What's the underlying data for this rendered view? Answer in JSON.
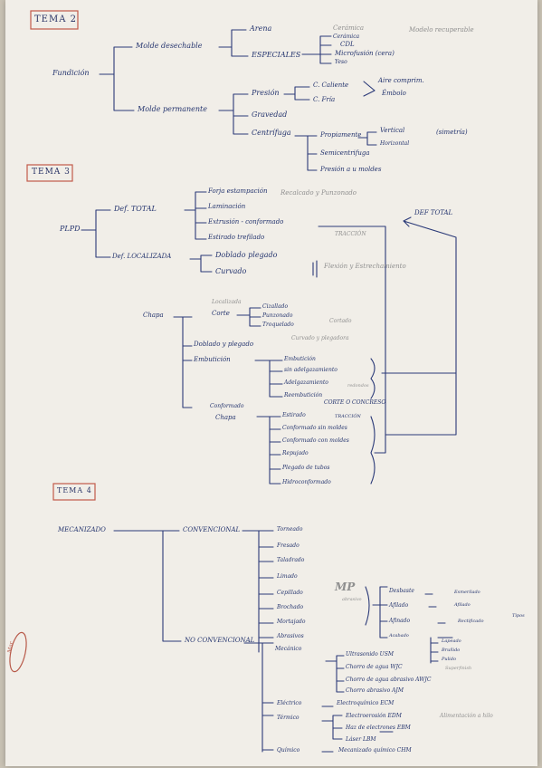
{
  "tema2": {
    "title": "TEMA 2",
    "root": "Fundición",
    "molde_desechable": "Molde desechable",
    "arena": "Arena",
    "especiales": "ESPECIALES",
    "ceramica": "Cerámica",
    "ceramica_note": "Modelo recuperable",
    "ceramica2": "Cerámica",
    "cdl": "CDL",
    "microfusion": "Microfusión (cera)",
    "yeso": "Yeso",
    "molde_permanente": "Molde permanente",
    "presion": "Presión",
    "c_caliente": "C. Caliente",
    "c_fria": "C. Fría",
    "aire_comprim": "Aire comprim.",
    "embolo": "Émbolo",
    "gravedad": "Gravedad",
    "centrifuga": "Centrífuga",
    "propiamente": "Propiamente",
    "vertical": "Vertical",
    "vertical_note": "(simetría)",
    "horizontal": "Horizontal",
    "semicentrifuga": "Semicentrifuga",
    "presion_moldes": "Presión a u moldes"
  },
  "tema3": {
    "title": "TEMA 3",
    "root": "PLPD",
    "def_total": "Def. TOTAL",
    "def_total_right": "DEF TOTAL",
    "forja": "Forja estampación",
    "forja_note": "Recalcado y Punzonado",
    "laminacion": "Laminación",
    "extrusion": "Extrusión - conformado",
    "estirado": "Estirado trefilado",
    "estirado_note": "TRACCIÓN",
    "def_localizada": "Def. LOCALIZADA",
    "doblado": "Doblado plegado",
    "curvado": "Curvado",
    "flexion": "Flexión y Estrechamiento",
    "chapa": "Chapa",
    "localizada": "Localizada",
    "corte": "Corte",
    "cizallado": "Cizallado",
    "punzonado": "Punzonado",
    "troquelado": "Troquelado",
    "cortado": "Cortado",
    "doblado2": "Doblado y plegado",
    "doblado2_note": "Curvado y plegadora",
    "embuticion": "Embutición",
    "emb1": "Embutición",
    "emb2": "sin adelgazamiento",
    "emb3": "Adelgazamiento",
    "emb3_note": "redondos",
    "emb4": "Reembutición",
    "emb_note": "CORTE O CONCRESO",
    "conformado": "Conformado",
    "chapa2": "Chapa",
    "conf1": "Estirado",
    "conf1_note": "TRACCIÓN",
    "conf2": "Conformado sin moldes",
    "conf3": "Conformado con moldes",
    "conf4": "Repujado",
    "conf5": "Plegado de tubos",
    "conf6": "Hidroconformado"
  },
  "tema4": {
    "title": "TEMA 4",
    "root": "MECANIZADO",
    "convencional": "CONVENCIONAL",
    "torneado": "Torneado",
    "fresado": "Fresado",
    "taladrado": "Taladrado",
    "limado": "Limado",
    "cepillado": "Cepillado",
    "brochado": "Brochado",
    "mortajado": "Mortajado",
    "abrasivos": "Abrasivos",
    "mp_note": "MP",
    "mp_note2": "abrasivo",
    "desbaste": "Desbaste",
    "esmerilado": "Esmerilado",
    "afilado": "Afilado",
    "afilado_r": "Afilado",
    "afinado": "Afinado",
    "rectificado": "Rectificado",
    "rectificado_note": "Tipos",
    "acabado": "Acabado",
    "lapeado": "Lapeado",
    "bruñido": "Bruñido",
    "pulido": "Pulido",
    "superfin": "Superfinish",
    "no_convencional": "NO CONVENCIONAL",
    "mecanico": "Mecánico",
    "ultrasonido": "Ultrasonido USM",
    "chorro_agua": "Chorro de agua WJC",
    "chorro_abrasivo": "Chorro de agua abrasivo AWJC",
    "chorro_abrasivo2": "Chorro abrasivo AJM",
    "electrico": "Eléctrico",
    "electroquimico": "Electroquímico ECM",
    "termico": "Térmico",
    "electroerosion": "Electroerosión EDM",
    "electroerosion_note": "Alimentación a hilo",
    "haz_electrones": "Haz de electrones EBM",
    "laser": "Láser LBM",
    "quimico": "Químico",
    "quimico_r": "Mecanizado químico CHM"
  },
  "margin": {
    "stamp": "Mar"
  }
}
